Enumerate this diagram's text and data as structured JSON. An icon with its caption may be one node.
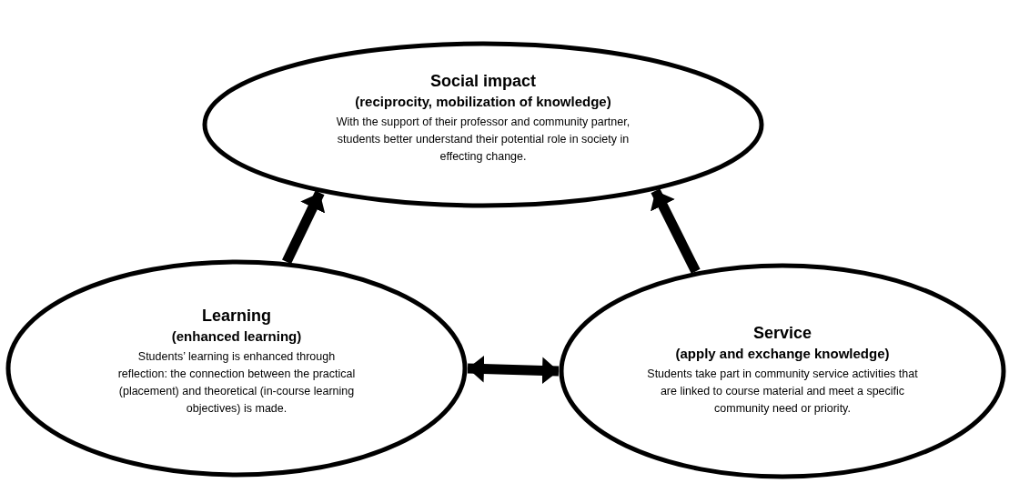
{
  "diagram": {
    "nodes": [
      {
        "text": [
          "Social impact",
          "(reciprocity, mobilization of knowledge)",
          "With the support of their professor and community partner, students better understand their potential role in society in effecting change."
        ]
      },
      {
        "text": [
          "Learning",
          "(enhanced learning)",
          "Students’ learning is enhanced through reflection: the connection between the practical (placement) and theoretical (in-course learning objectives) is made."
        ]
      },
      {
        "text": [
          "Service",
          "(apply and exchange knowledge)",
          "Students take part in community service activities that are linked to course material and meet a specific community need or priority."
        ]
      }
    ],
    "edges": [
      {
        "from": 1,
        "to": 0,
        "arrow": "to"
      },
      {
        "from": 2,
        "to": 0,
        "arrow": "to"
      },
      {
        "from": 1,
        "to": 2,
        "arrow": "both"
      }
    ]
  }
}
